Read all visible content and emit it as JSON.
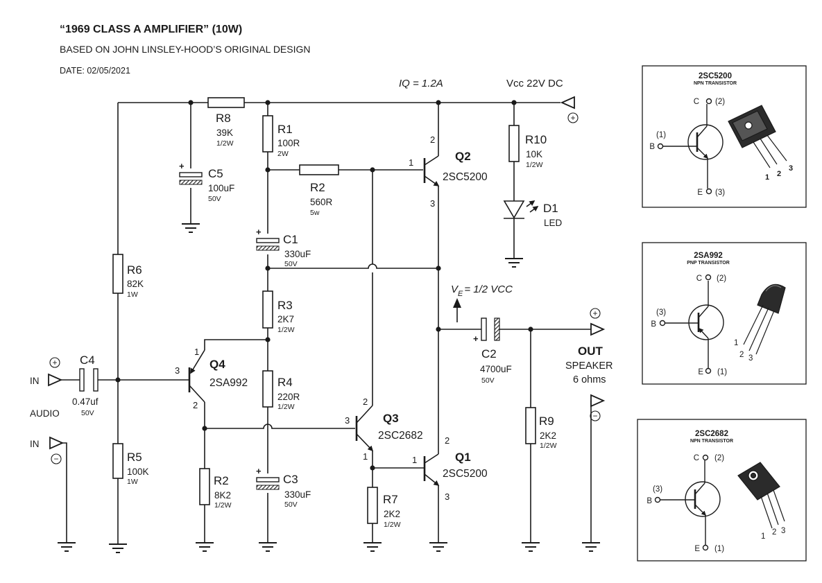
{
  "header": {
    "title": "“1969 CLASS A AMPLIFIER” (10W)",
    "subtitle": "BASED ON JOHN LINSLEY-HOOD’S ORIGINAL DESIGN",
    "date": "DATE: 02/05/2021"
  },
  "annotations": {
    "iq": "IQ = 1.2A",
    "vcc": "Vcc  22V DC",
    "ve_v": "V",
    "ve_sub": "E",
    "ve_rest": "= 1/2 VCC"
  },
  "resistors": {
    "r1": {
      "name": "R1",
      "value": "100R",
      "rating": "2W"
    },
    "r2a": {
      "name": "R2",
      "value": "560R",
      "rating": "5w"
    },
    "r2b": {
      "name": "R2",
      "value": "8K2",
      "rating": "1/2W"
    },
    "r3": {
      "name": "R3",
      "value": "2K7",
      "rating": "1/2W"
    },
    "r4": {
      "name": "R4",
      "value": "220R",
      "rating": "1/2W"
    },
    "r5": {
      "name": "R5",
      "value": "100K",
      "rating": "1W"
    },
    "r6": {
      "name": "R6",
      "value": "82K",
      "rating": "1W"
    },
    "r7": {
      "name": "R7",
      "value": "2K2",
      "rating": "1/2W"
    },
    "r8": {
      "name": "R8",
      "value": "39K",
      "rating": "1/2W"
    },
    "r9": {
      "name": "R9",
      "value": "2K2",
      "rating": "1/2W"
    },
    "r10": {
      "name": "R10",
      "value": "10K",
      "rating": "1/2W"
    }
  },
  "capacitors": {
    "c1": {
      "name": "C1",
      "value": "330uF",
      "rating": "50V"
    },
    "c2": {
      "name": "C2",
      "value": "4700uF",
      "rating": "50V"
    },
    "c3": {
      "name": "C3",
      "value": "330uF",
      "rating": "50V"
    },
    "c4": {
      "name": "C4",
      "value": "0.47uf",
      "rating": "50V"
    },
    "c5": {
      "name": "C5",
      "value": "100uF",
      "rating": "50V"
    }
  },
  "diode": {
    "name": "D1",
    "label": "LED"
  },
  "transistors": {
    "q1": {
      "name": "Q1",
      "part": "2SC5200",
      "pins": [
        "1",
        "2",
        "3"
      ]
    },
    "q2": {
      "name": "Q2",
      "part": "2SC5200",
      "pins": [
        "1",
        "2",
        "3"
      ]
    },
    "q3": {
      "name": "Q3",
      "part": "2SC2682",
      "pins": [
        "1",
        "2",
        "3"
      ]
    },
    "q4": {
      "name": "Q4",
      "part": "2SA992",
      "pins": [
        "1",
        "2",
        "3"
      ]
    }
  },
  "io": {
    "in_pos": "IN",
    "audio": "AUDIO",
    "in_neg": "IN",
    "out": "OUT",
    "speaker": "SPEAKER",
    "ohms": "6 ohms",
    "plus": "+",
    "minus": "−"
  },
  "pinouts": [
    {
      "part": "2SC5200",
      "type": "NPN TRANSISTOR",
      "c": "C",
      "c_pin": "(2)",
      "b": "B",
      "b_pin": "(1)",
      "e": "E",
      "e_pin": "(3)",
      "legs": [
        "1",
        "2",
        "3"
      ]
    },
    {
      "part": "2SA992",
      "type": "PNP TRANSISTOR",
      "c": "C",
      "c_pin": "(2)",
      "b": "B",
      "b_pin": "(3)",
      "e": "E",
      "e_pin": "(1)",
      "legs": [
        "1",
        "2",
        "3"
      ]
    },
    {
      "part": "2SC2682",
      "type": "NPN TRANSISTOR",
      "c": "C",
      "c_pin": "(2)",
      "b": "B",
      "b_pin": "(3)",
      "e": "E",
      "e_pin": "(1)",
      "legs": [
        "1",
        "2",
        "3"
      ]
    }
  ]
}
